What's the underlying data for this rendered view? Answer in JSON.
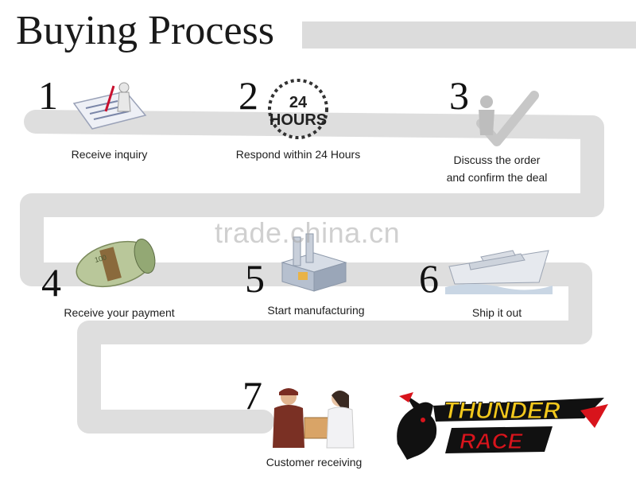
{
  "header": {
    "title": "Buying Process"
  },
  "steps": [
    {
      "number": "1",
      "label": "Receive inquiry",
      "icon": "inquiry-form-icon"
    },
    {
      "number": "2",
      "label": "Respond within 24 Hours",
      "icon": "clock-24-hours-icon",
      "badge_top": "24",
      "badge_bottom": "HOURS"
    },
    {
      "number": "3",
      "label_line1": "Discuss the order",
      "label_line2": "and confirm the deal",
      "icon": "checkmark-person-icon"
    },
    {
      "number": "4",
      "label": "Receive your payment",
      "icon": "money-roll-icon"
    },
    {
      "number": "5",
      "label": "Start manufacturing",
      "icon": "factory-icon"
    },
    {
      "number": "6",
      "label": "Ship it out",
      "icon": "ship-icon"
    },
    {
      "number": "7",
      "label": "Customer receiving",
      "icon": "delivery-people-icon"
    }
  ],
  "watermark": "trade.china.cn",
  "logo": {
    "line1": "THUNDER",
    "line2": "RACE",
    "icon": "horse-head-logo-icon",
    "colors": {
      "yellow": "#f2c81c",
      "red": "#d8141c",
      "black": "#111111"
    }
  },
  "colors": {
    "path": "#dedede",
    "title_bar": "#dcdcdc"
  }
}
